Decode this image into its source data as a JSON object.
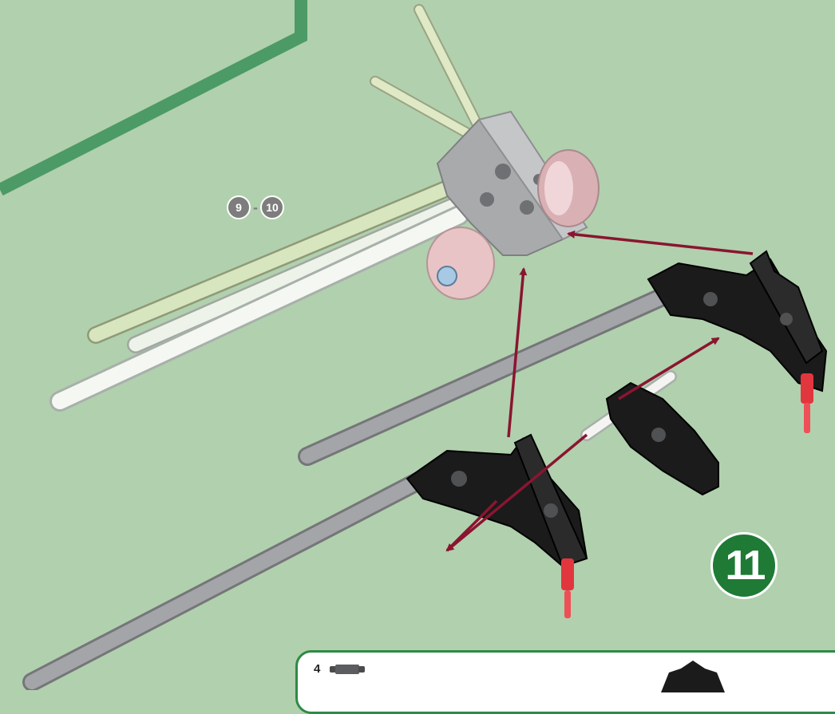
{
  "step": {
    "number": "11"
  },
  "reference_steps": {
    "from": "9",
    "separator": "-",
    "to": "10"
  },
  "parts_list": {
    "items": [
      {
        "quantity": "4",
        "icon": "connector-rod-icon"
      }
    ]
  },
  "colors": {
    "background": "#b1d0ae",
    "boundary_line": "#4c9a66",
    "arrow": "#8a1530",
    "step_badge": "#1e7a35",
    "panel_border": "#2e8a45"
  }
}
